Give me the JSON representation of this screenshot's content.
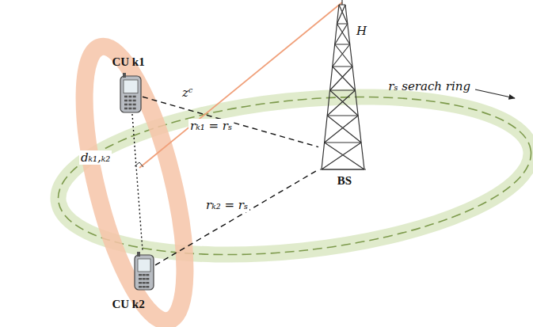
{
  "diagram": {
    "nodes": [
      {
        "text": [
          "CU k1"
        ]
      },
      {
        "text": [
          "CU k2"
        ]
      },
      {
        "text": [
          "BS"
        ]
      }
    ],
    "edges": [
      {
        "from": 0,
        "to": 2,
        "arrow": "none",
        "label": "rₖ₁ = rₛ"
      },
      {
        "from": 1,
        "to": 2,
        "arrow": "none",
        "label": "rₖ₂ = rₛ"
      },
      {
        "from": 0,
        "to": 1,
        "arrow": "none",
        "label": "dₖ₁,ₖ₂"
      }
    ],
    "labels": [
      "zᶜ",
      "H",
      "rₛ serach ring"
    ]
  }
}
